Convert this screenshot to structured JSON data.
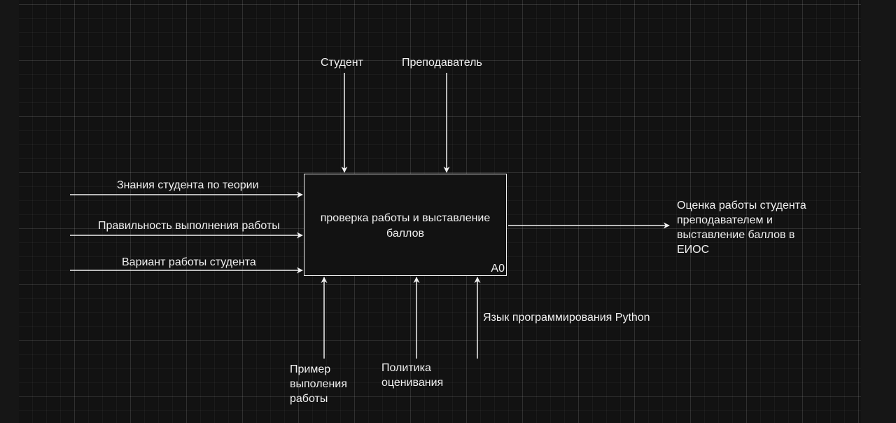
{
  "diagram": {
    "function_block": {
      "label": "проверка работы и выставление баллов",
      "node_id": "A0"
    },
    "controls": [
      {
        "label": "Студент"
      },
      {
        "label": "Преподаватель"
      }
    ],
    "inputs": [
      {
        "label": "Знания студента по теории"
      },
      {
        "label": "Правильность выполнения работы"
      },
      {
        "label": "Вариант работы студента"
      }
    ],
    "output": {
      "label": "Оценка работы студента преподавателем и выставление баллов в ЕИОС"
    },
    "mechanisms": [
      {
        "label": "Пример выполения работы"
      },
      {
        "label": "Политика оценивания"
      },
      {
        "label": "Язык программирования Python"
      }
    ]
  },
  "colors": {
    "background": "#121212",
    "stroke": "#f0f0f0",
    "grid": "#2a2a2a"
  }
}
